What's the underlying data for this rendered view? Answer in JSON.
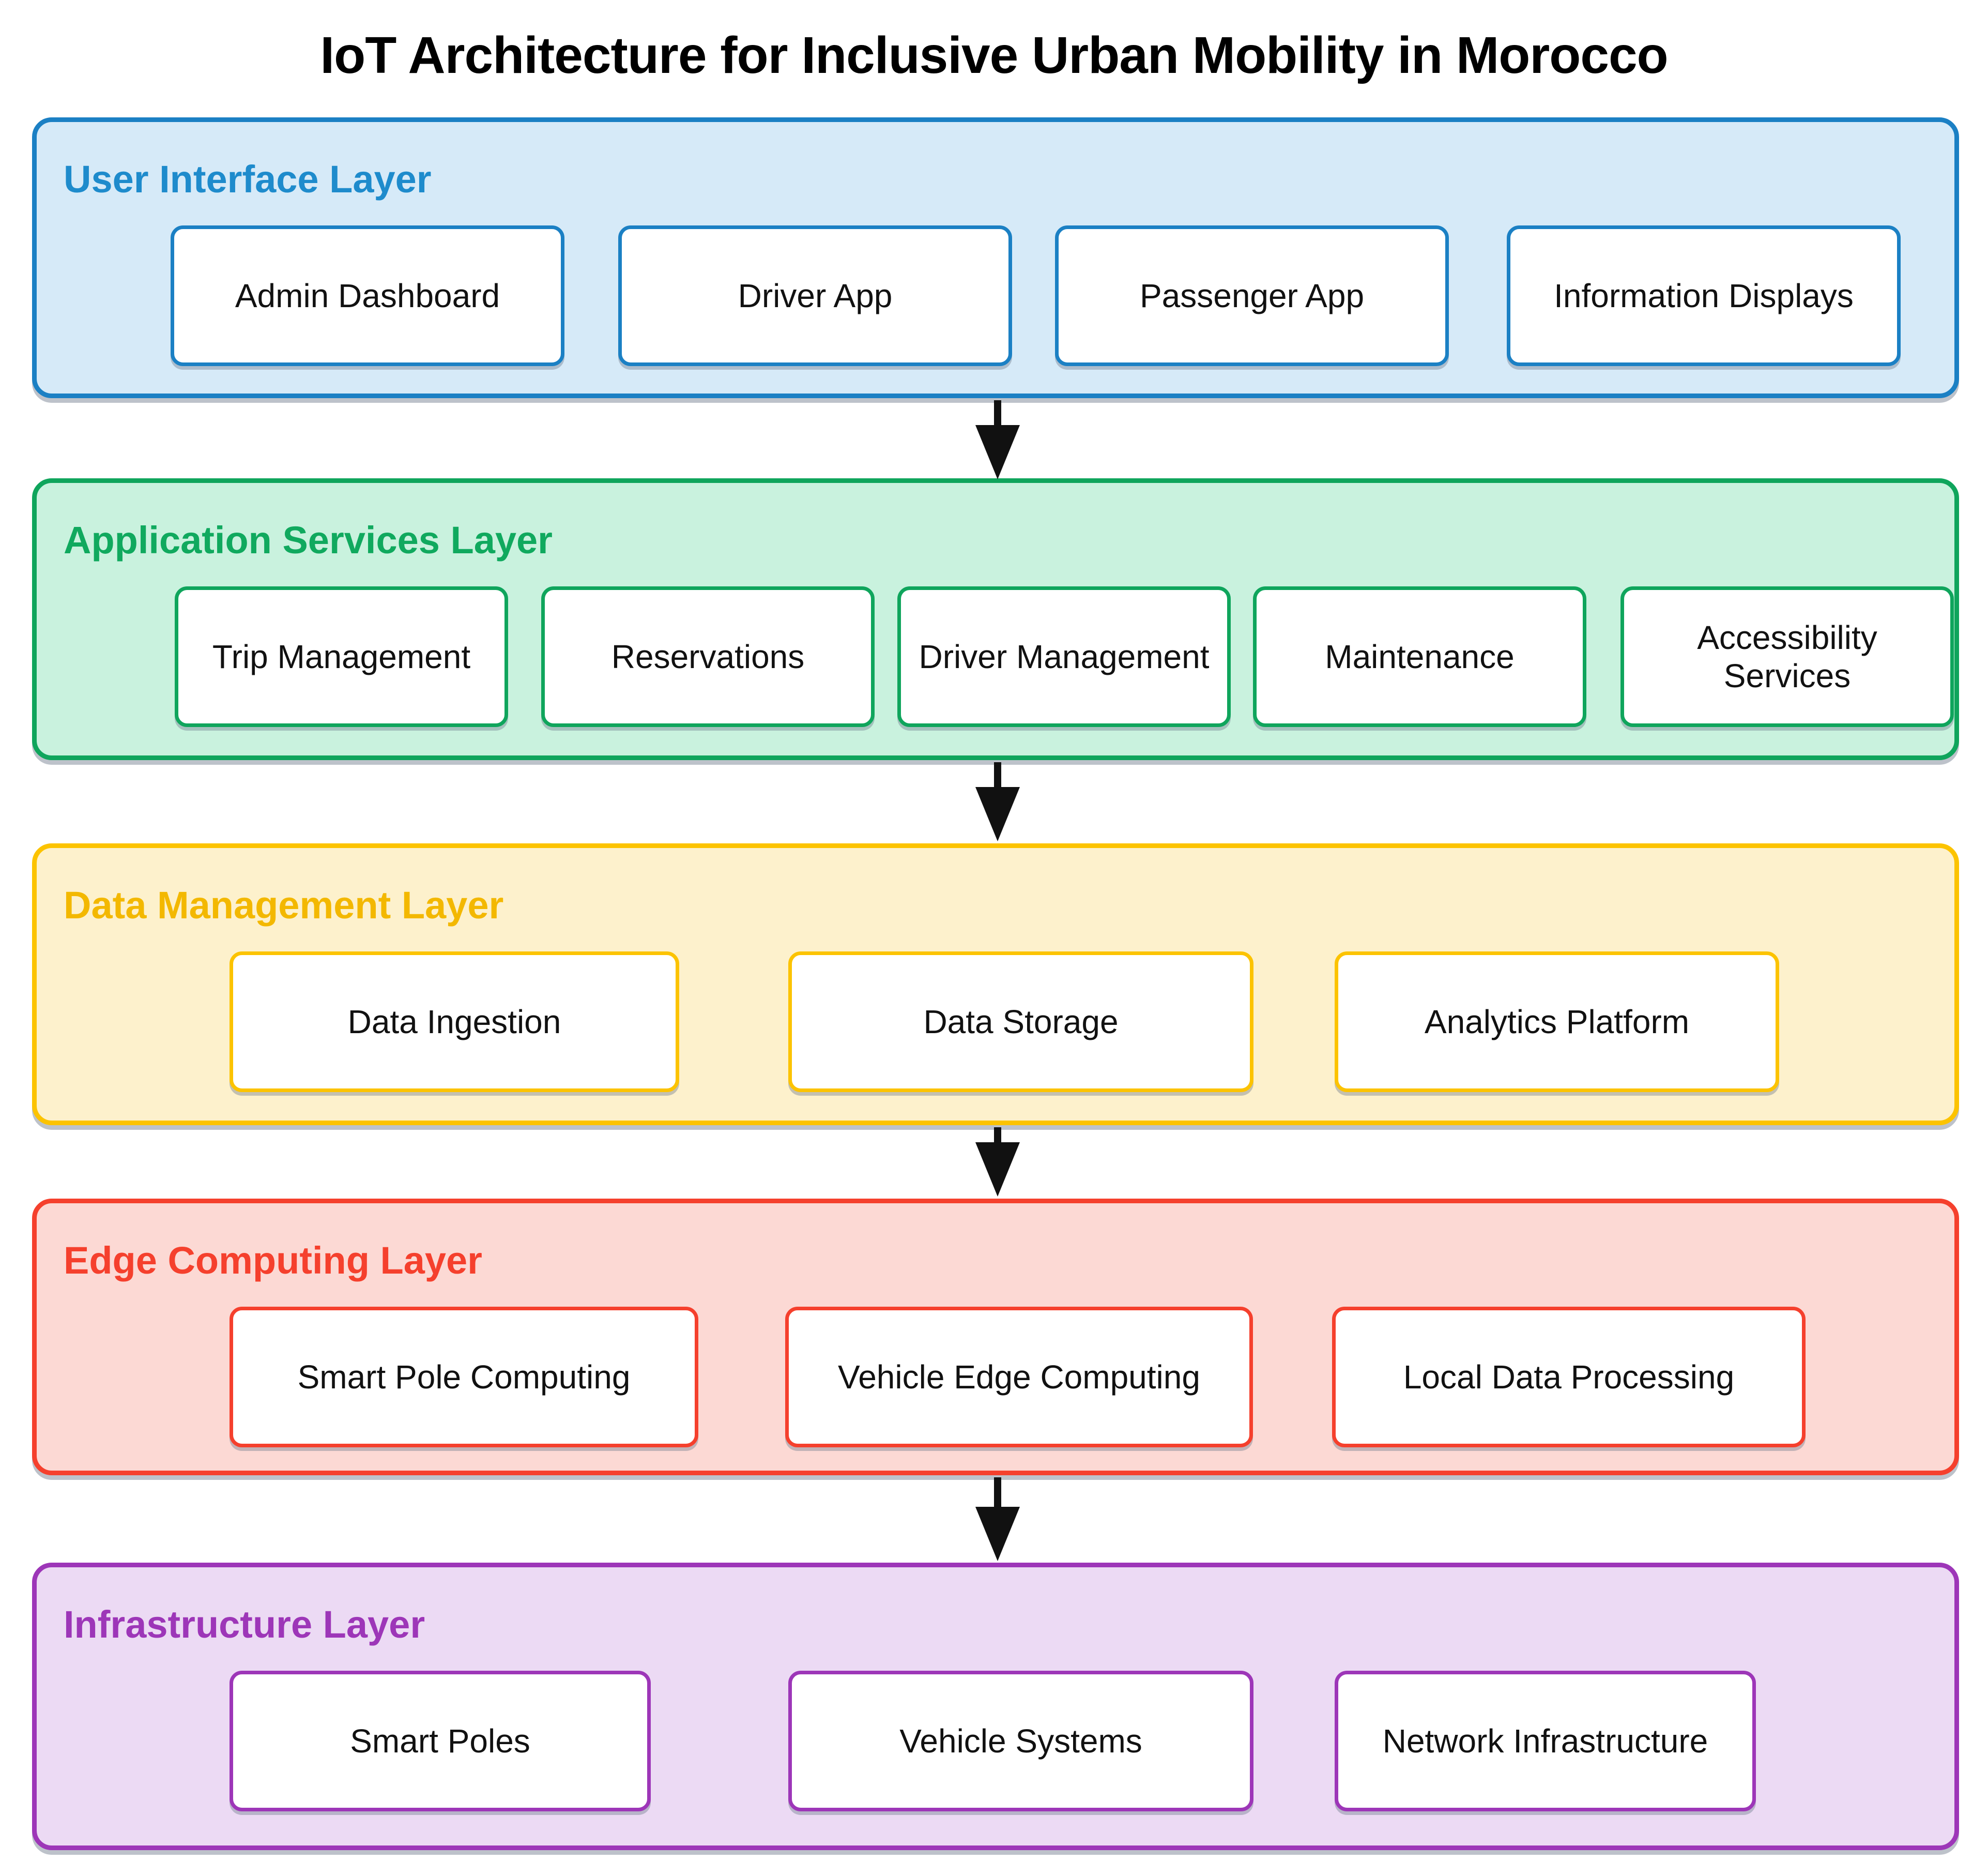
{
  "title": "IoT Architecture for Inclusive Urban Mobility in Morocco",
  "arrow_color": "#111111",
  "layers": [
    {
      "id": "ui",
      "label": "User Interface Layer",
      "fill": "#d6eaf8",
      "accent": "#1b80c4",
      "text": "#1e8bcc",
      "boxes": [
        "Admin Dashboard",
        "Driver App",
        "Passenger App",
        "Information Displays"
      ]
    },
    {
      "id": "app",
      "label": "Application Services Layer",
      "fill": "#c9f2de",
      "accent": "#0fa55c",
      "text": "#10a95e",
      "boxes": [
        "Trip Management",
        "Reservations",
        "Driver Management",
        "Maintenance",
        "Accessibility Services"
      ]
    },
    {
      "id": "data",
      "label": "Data Management Layer",
      "fill": "#fdf1cc",
      "accent": "#fcc300",
      "text": "#f3b800",
      "boxes": [
        "Data Ingestion",
        "Data Storage",
        "Analytics Platform"
      ]
    },
    {
      "id": "edge",
      "label": "Edge Computing Layer",
      "fill": "#fcd9d4",
      "accent": "#f5402d",
      "text": "#f5402d",
      "boxes": [
        "Smart Pole Computing",
        "Vehicle Edge Computing",
        "Local Data Processing"
      ]
    },
    {
      "id": "infra",
      "label": "Infrastructure Layer",
      "fill": "#ecdaf4",
      "accent": "#9d36b8",
      "text": "#9d36b8",
      "boxes": [
        "Smart Poles",
        "Vehicle Systems",
        "Network Infrastructure"
      ]
    }
  ]
}
